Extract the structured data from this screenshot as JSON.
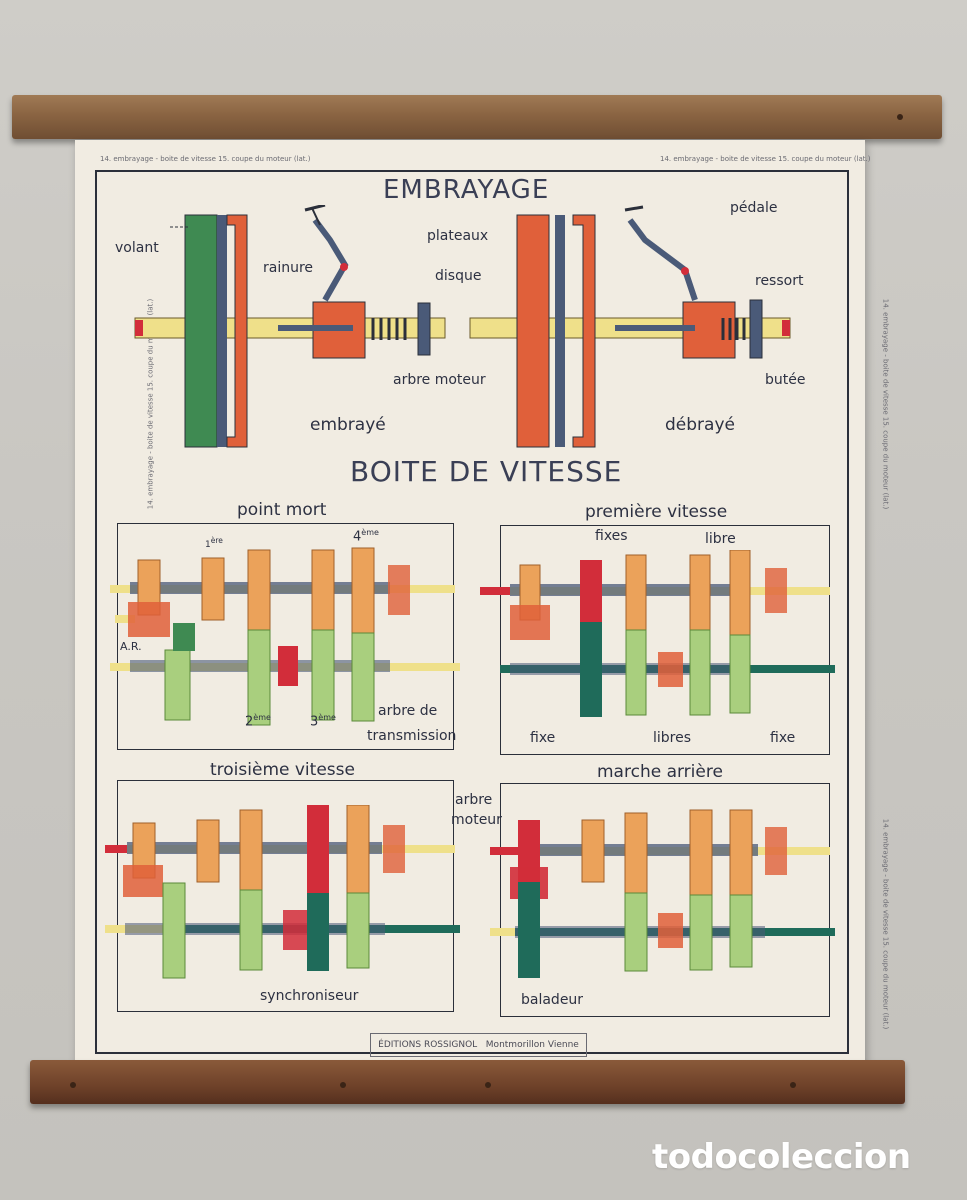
{
  "poster": {
    "edge_caption": "14. embrayage - boite de vitesse 15. coupe du moteur (lat.)",
    "publisher": "ÉDITIONS ROSSIGNOL",
    "publisher_city": "Montmorillon",
    "publisher_dept": "Vienne"
  },
  "clutch": {
    "title": "EMBRAYAGE",
    "labels": {
      "volant": "volant",
      "rainure": "rainure",
      "plateaux": "plateaux",
      "disque": "disque",
      "pedale": "pédale",
      "ressort": "ressort",
      "arbre_moteur": "arbre moteur",
      "butee": "butée",
      "embraye": "embrayé",
      "debraye": "débrayé"
    }
  },
  "gearbox": {
    "title": "BOITE DE VITESSE",
    "panels": {
      "neutral": "point mort",
      "first": "première vitesse",
      "third": "troisième vitesse",
      "reverse": "marche arrière"
    },
    "labels": {
      "g1": "1",
      "g1_sup": "ère",
      "g2": "2",
      "g2_sup": "ème",
      "g3": "3",
      "g3_sup": "ème",
      "g4": "4",
      "g4_sup": "ème",
      "ar": "A.R.",
      "arbre_de": "arbre de",
      "transmission": "transmission",
      "fixes": "fixes",
      "libre": "libre",
      "fixe_1": "fixe",
      "libres": "libres",
      "fixe_2": "fixe",
      "arbre": "arbre",
      "moteur": "moteur",
      "synchroniseur": "synchroniseur",
      "baladeur": "baladeur"
    }
  },
  "watermark": "todocoleccion",
  "colors": {
    "green_dark": "#3f8a52",
    "orange_red": "#e0603a",
    "orange": "#eba25a",
    "light_green": "#a9cf7e",
    "dark_teal": "#1f6b5a",
    "red": "#d22d3a",
    "slate": "#4a5a78",
    "yellow_shaft": "#efe08a"
  }
}
